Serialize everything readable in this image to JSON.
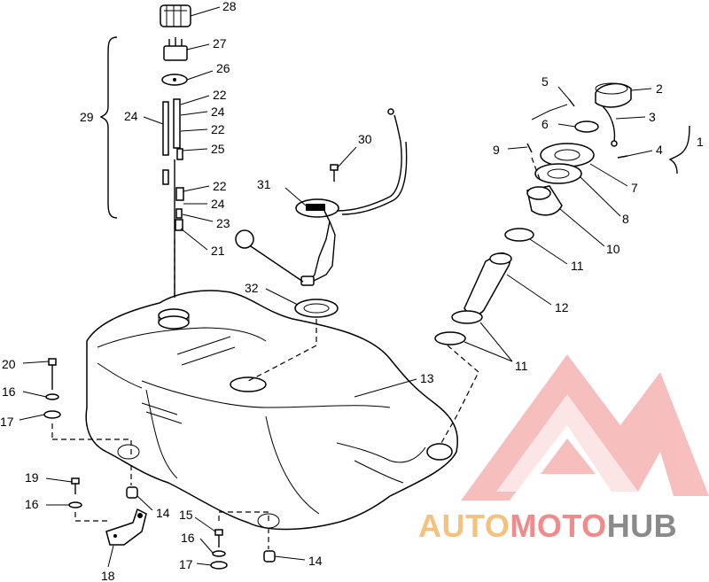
{
  "diagram_title": "",
  "labels": {
    "l28": "28",
    "l27": "27",
    "l26": "26",
    "l29": "29",
    "l24a": "24",
    "l22a": "22",
    "l24b": "24",
    "l22b": "22",
    "l25": "25",
    "l22c": "22",
    "l24c": "24",
    "l23": "23",
    "l21": "21",
    "l30": "30",
    "l31": "31",
    "l32": "32",
    "l13": "13",
    "l5": "5",
    "l2": "2",
    "l6": "6",
    "l3": "3",
    "l9": "9",
    "l4": "4",
    "l1": "1",
    "l7": "7",
    "l8": "8",
    "l10": "10",
    "l11a": "11",
    "l12": "12",
    "l11b": "11",
    "l20": "20",
    "l16a": "16",
    "l17a": "17",
    "l19": "19",
    "l16b": "16",
    "l14a": "14",
    "l18": "18",
    "l15": "15",
    "l16c": "16",
    "l17b": "17",
    "l14b": "14"
  },
  "watermark": {
    "part1": "AUTO",
    "part2": "MOTO",
    "part3": "HUB",
    "colors": {
      "light": "#f5c27e",
      "red": "#ee3a3a",
      "gray": "#7a7a7a"
    }
  }
}
